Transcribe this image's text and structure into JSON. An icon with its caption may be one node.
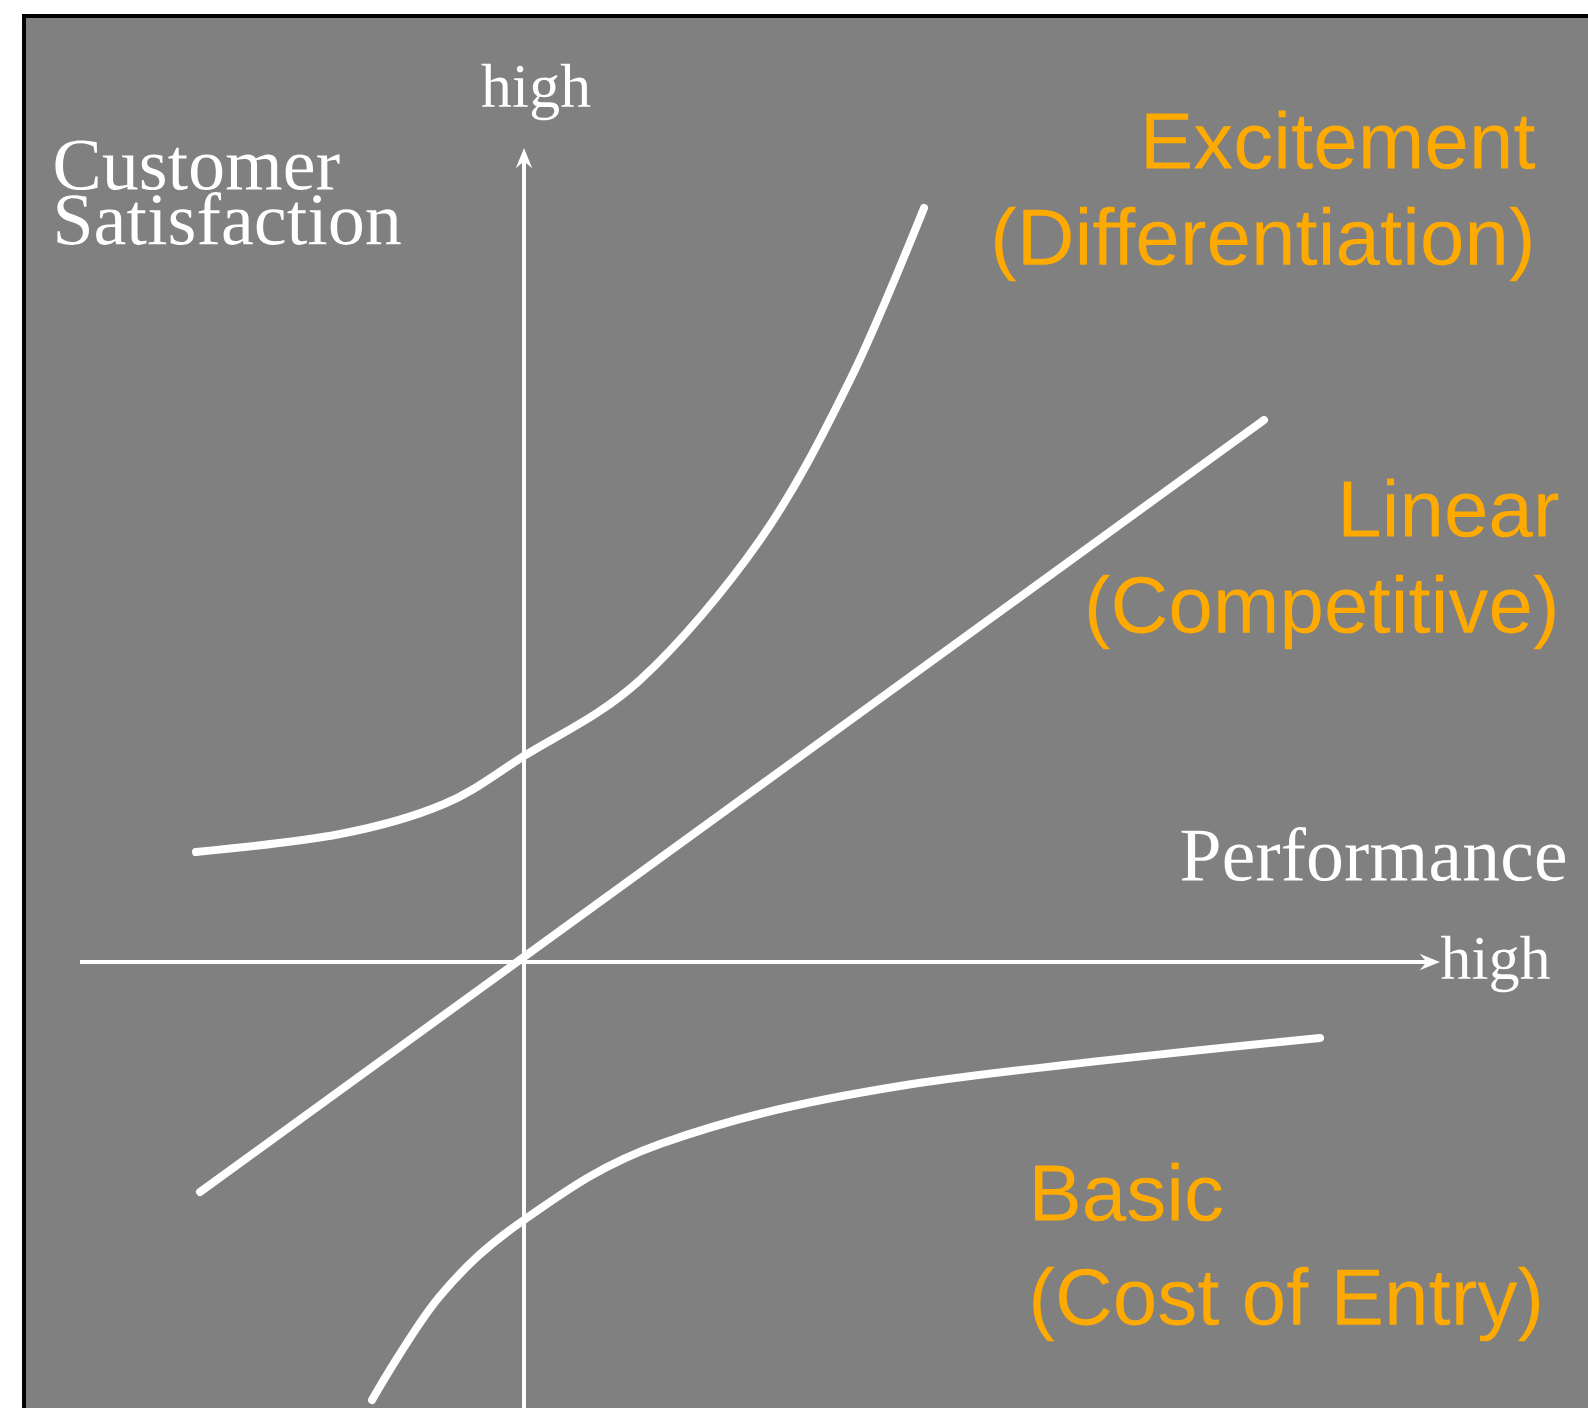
{
  "diagram": {
    "labels": [
      "high",
      "Excitement",
      "Customer Satisfaction",
      "(Differentiation)",
      "Linear",
      "(Competitive)",
      "Performance",
      "high",
      "Basic",
      "(Cost of Entry)"
    ]
  }
}
